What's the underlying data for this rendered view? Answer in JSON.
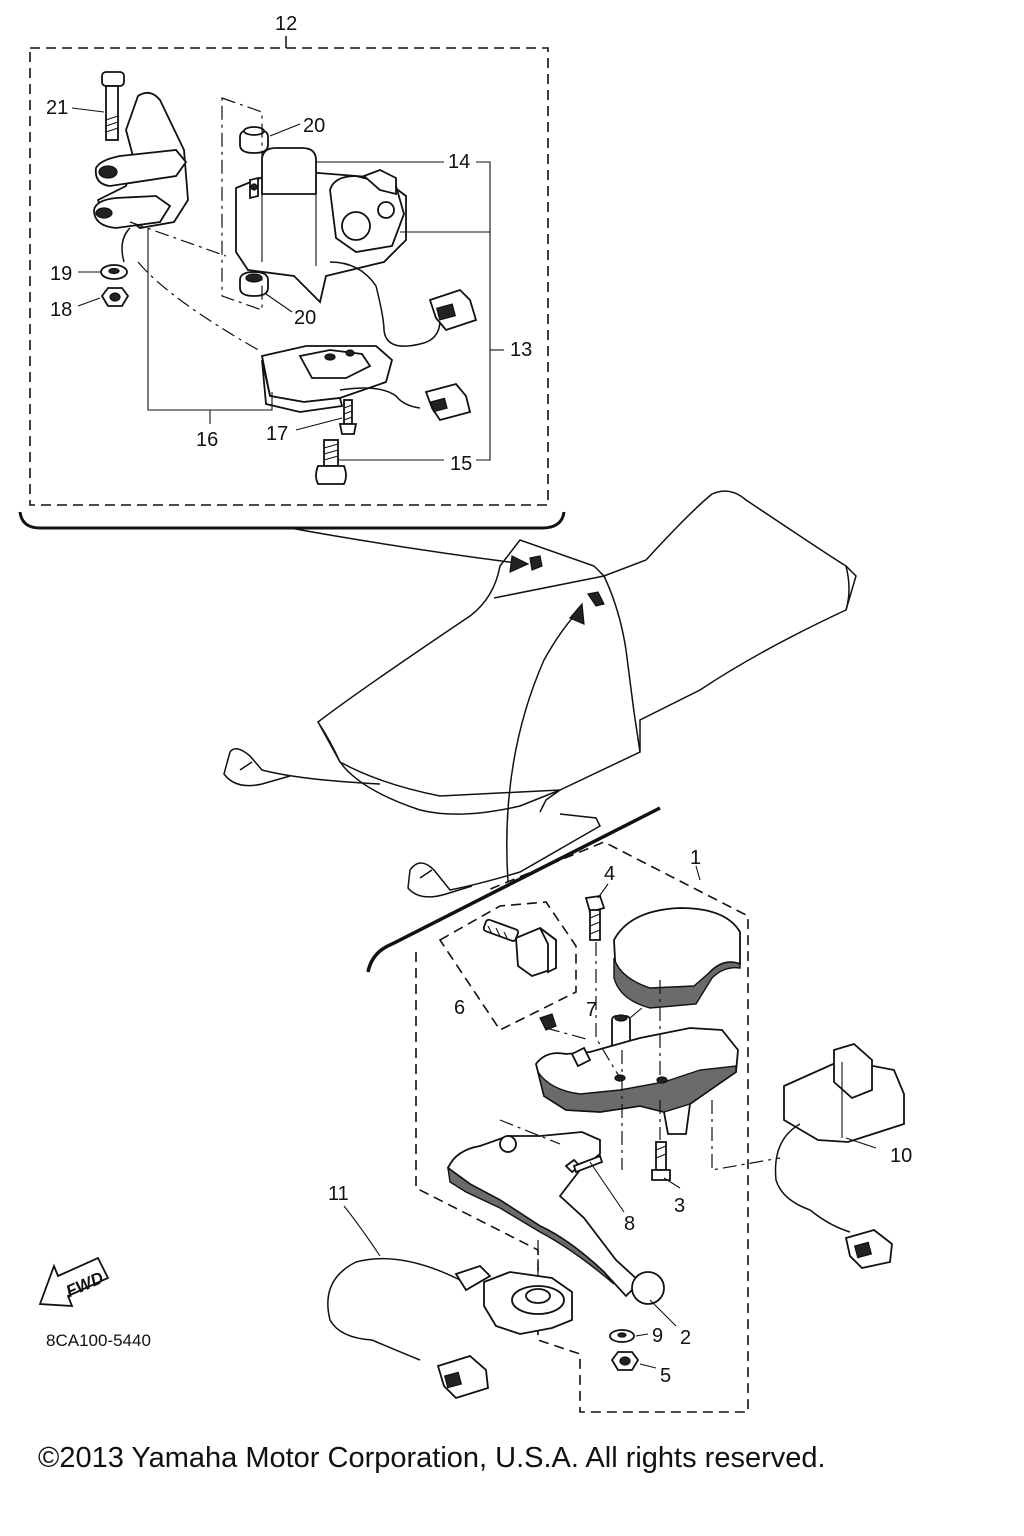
{
  "callouts": [
    "1",
    "2",
    "3",
    "4",
    "5",
    "6",
    "7",
    "8",
    "9",
    "10",
    "11",
    "12",
    "13",
    "14",
    "15",
    "16",
    "17",
    "18",
    "19",
    "20",
    "20",
    "21"
  ],
  "fwd_label": "FWD",
  "figure_code": "8CA100-5440",
  "copyright": "©2013 Yamaha Motor Corporation, U.S.A. All rights reserved."
}
